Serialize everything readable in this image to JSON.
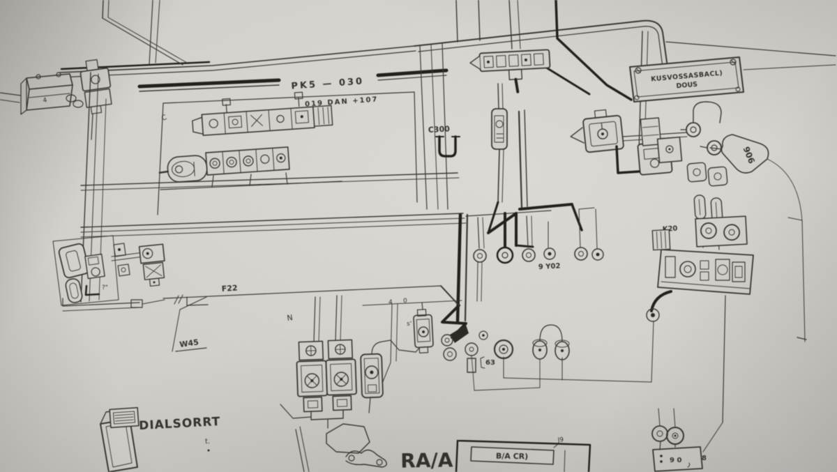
{
  "photo": {
    "header": {
      "code": "PK5 — 030",
      "sub": "019 DAN  +107"
    },
    "plate": {
      "line1": "KUSVOSSASBACL)",
      "line2": "DOUS"
    },
    "labels": {
      "c300": "C300",
      "tag906": "906",
      "k20": "K20",
      "y02": "9 Y02",
      "f22": "F22",
      "w45": "W45",
      "n": "N",
      "c": "C",
      "q": "?\"",
      "s": "s'",
      "four": "4",
      "zero": "0",
      "sixty_three": "63",
      "eight": "8",
      "j9": "J9",
      "battery_four": "4",
      "t": "t."
    },
    "bottom": {
      "dial": "DIALSORRT",
      "ra": "RA/A",
      "ra_box": "B/A CR)",
      "nine_zero": "9 0"
    }
  }
}
